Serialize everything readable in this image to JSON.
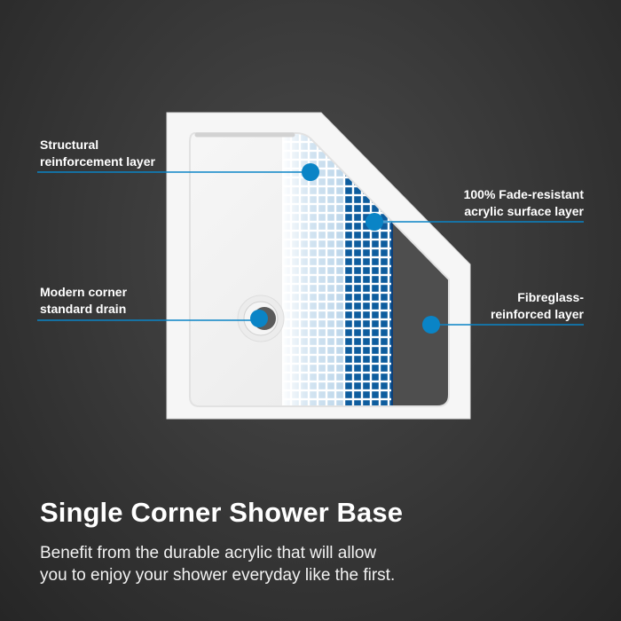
{
  "callouts": [
    {
      "id": "structural",
      "line1": "Structural",
      "line2": "reinforcement layer"
    },
    {
      "id": "acrylic",
      "line1": "100% Fade-resistant",
      "line2": "acrylic surface layer"
    },
    {
      "id": "drain",
      "line1": "Modern corner",
      "line2": "standard drain"
    },
    {
      "id": "fibreglass",
      "line1": "Fibreglass-",
      "line2": "reinforced layer"
    }
  ],
  "title": "Single Corner Shower Base",
  "description": {
    "line1": "Benefit from the durable acrylic that will allow",
    "line2": "you to enjoy your shower everyday like the first."
  },
  "colors": {
    "accent": "#0a84c6",
    "grid_blue": "#0e5d9e",
    "grid_light": "#bcd6ea",
    "fibreglass": "#4e4e4e",
    "acrylic_white": "#f4f4f4"
  }
}
